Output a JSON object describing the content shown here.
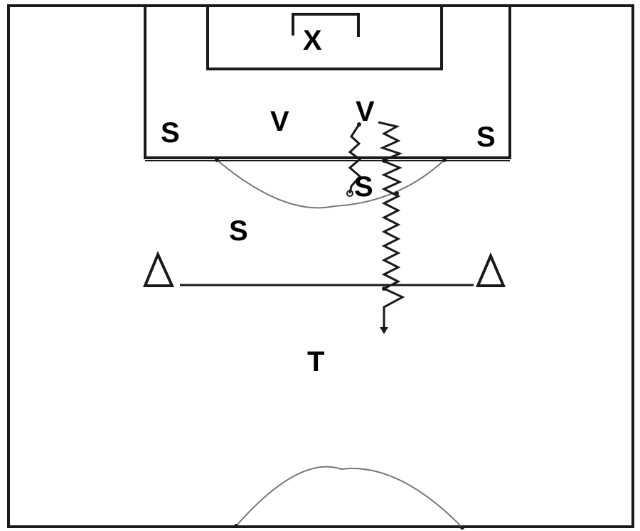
{
  "labels": {
    "goalkeeper": "X",
    "defender_left": "V",
    "defender_right": "V",
    "attacker_far_left": "S",
    "attacker_far_right": "S",
    "attacker_arc": "S",
    "attacker_left": "S",
    "trainer": "T"
  },
  "colors": {
    "background": "#ffffff",
    "lines": "#1a1a1a",
    "arc": "#777777"
  }
}
